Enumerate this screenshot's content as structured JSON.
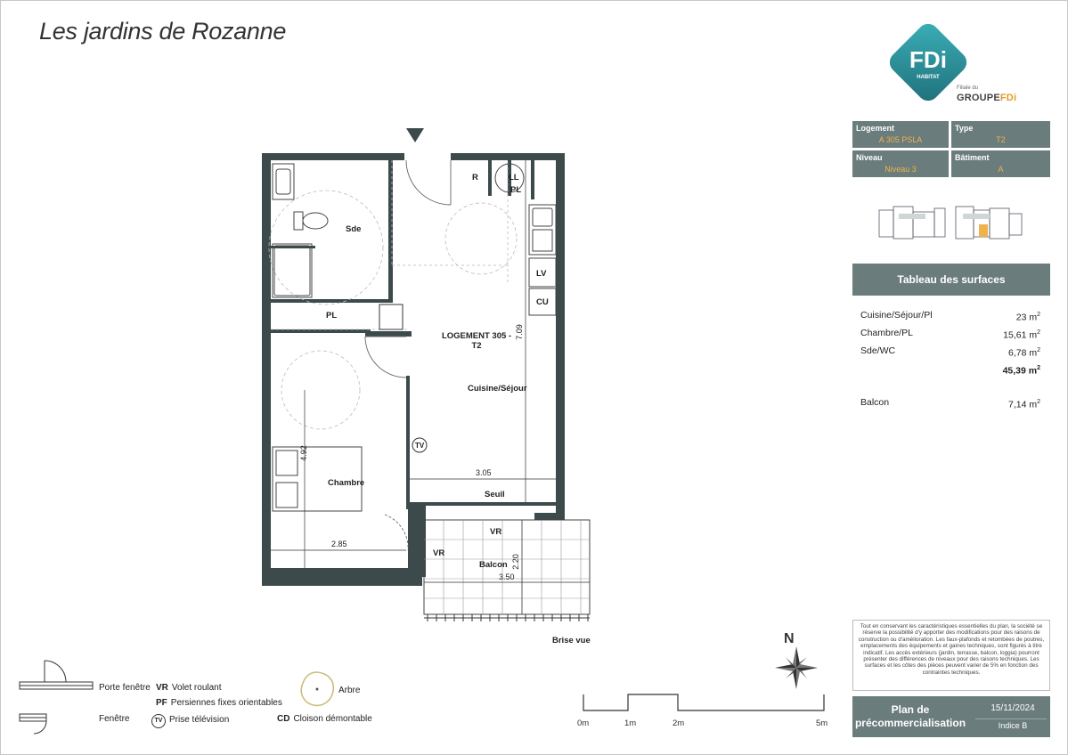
{
  "header": {
    "project_title": "Les jardins de Rozanne",
    "logo_text": "FDi",
    "logo_subtext": "HABITAT",
    "logo_affiliation": "Filiale du",
    "logo_group_a": "GROUPE",
    "logo_group_b": "FDi"
  },
  "info": {
    "logement_label": "Logement",
    "logement_value": "A 305 PSLA",
    "type_label": "Type",
    "type_value": "T2",
    "niveau_label": "Niveau",
    "niveau_value": "Niveau 3",
    "batiment_label": "Bâtiment",
    "batiment_value": "A"
  },
  "surfaces": {
    "header": "Tableau des surfaces",
    "rows": [
      {
        "name": "Cuisine/Séjour/Pl",
        "value": "23 m",
        "unit_sup": "2"
      },
      {
        "name": "Chambre/PL",
        "value": "15,61 m",
        "unit_sup": "2"
      },
      {
        "name": "Sde/WC",
        "value": "6,78 m",
        "unit_sup": "2"
      }
    ],
    "total": {
      "value": "45,39 m",
      "unit_sup": "2"
    },
    "balcon": {
      "name": "Balcon",
      "value": "7,14 m",
      "unit_sup": "2"
    }
  },
  "disclaimer": "Tout en conservant les caractéristiques essentielles du plan, la société se réserve la possibilité d'y apporter des modifications pour des raisons de construction ou d'amélioration. Les faux-plafonds et retombées de poutres, emplacements des équipements et gaines techniques, sont figurés à titre indicatif. Les accès extérieurs (jardin, terrasse, balcon, loggia) pourront présenter des différences de niveaux pour des raisons techniques. Les surfaces et les côtes des pièces peuvent varier de 5% en fonction des contraintes techniques.",
  "plan_box": {
    "title_line1": "Plan de",
    "title_line2": "précommercialisation",
    "date": "15/11/2024",
    "index": "Indice B"
  },
  "plan": {
    "r": "R",
    "ll": "LL",
    "pl_top": "PL",
    "sde": "Sde",
    "lv": "LV",
    "cu": "CU",
    "pl_mid": "PL",
    "logement_line1": "LOGEMENT 305 -",
    "logement_line2": "T2",
    "cuisine": "Cuisine/Séjour",
    "chambre": "Chambre",
    "seuil": "Seuil",
    "vr_top": "VR",
    "vr_left": "VR",
    "balcon": "Balcon",
    "brise_vue": "Brise vue",
    "tv": "TV",
    "dim_709": "7.09",
    "dim_305": "3.05",
    "dim_492": "4.92",
    "dim_285": "2.85",
    "dim_220": "2.20",
    "dim_350": "3.50"
  },
  "legend": {
    "porte_fenetre": "Porte fenêtre",
    "fenetre": "Fenêtre",
    "vr_code": "VR",
    "vr_text": "Volet roulant",
    "pf_code": "PF",
    "pf_text": "Persiennes fixes orientables",
    "tv_code": "TV",
    "tv_text": "Prise télévision",
    "cd_code": "CD",
    "cd_text": "Cloison démontable",
    "arbre": "Arbre"
  },
  "north": "N",
  "scale": {
    "t0": "0m",
    "t1": "1m",
    "t2": "2m",
    "t5": "5m"
  },
  "colors": {
    "panel": "#6b7c7d",
    "accent": "#f0b24a",
    "logo": "#2b8a95",
    "wall": "#3c4a4b"
  }
}
